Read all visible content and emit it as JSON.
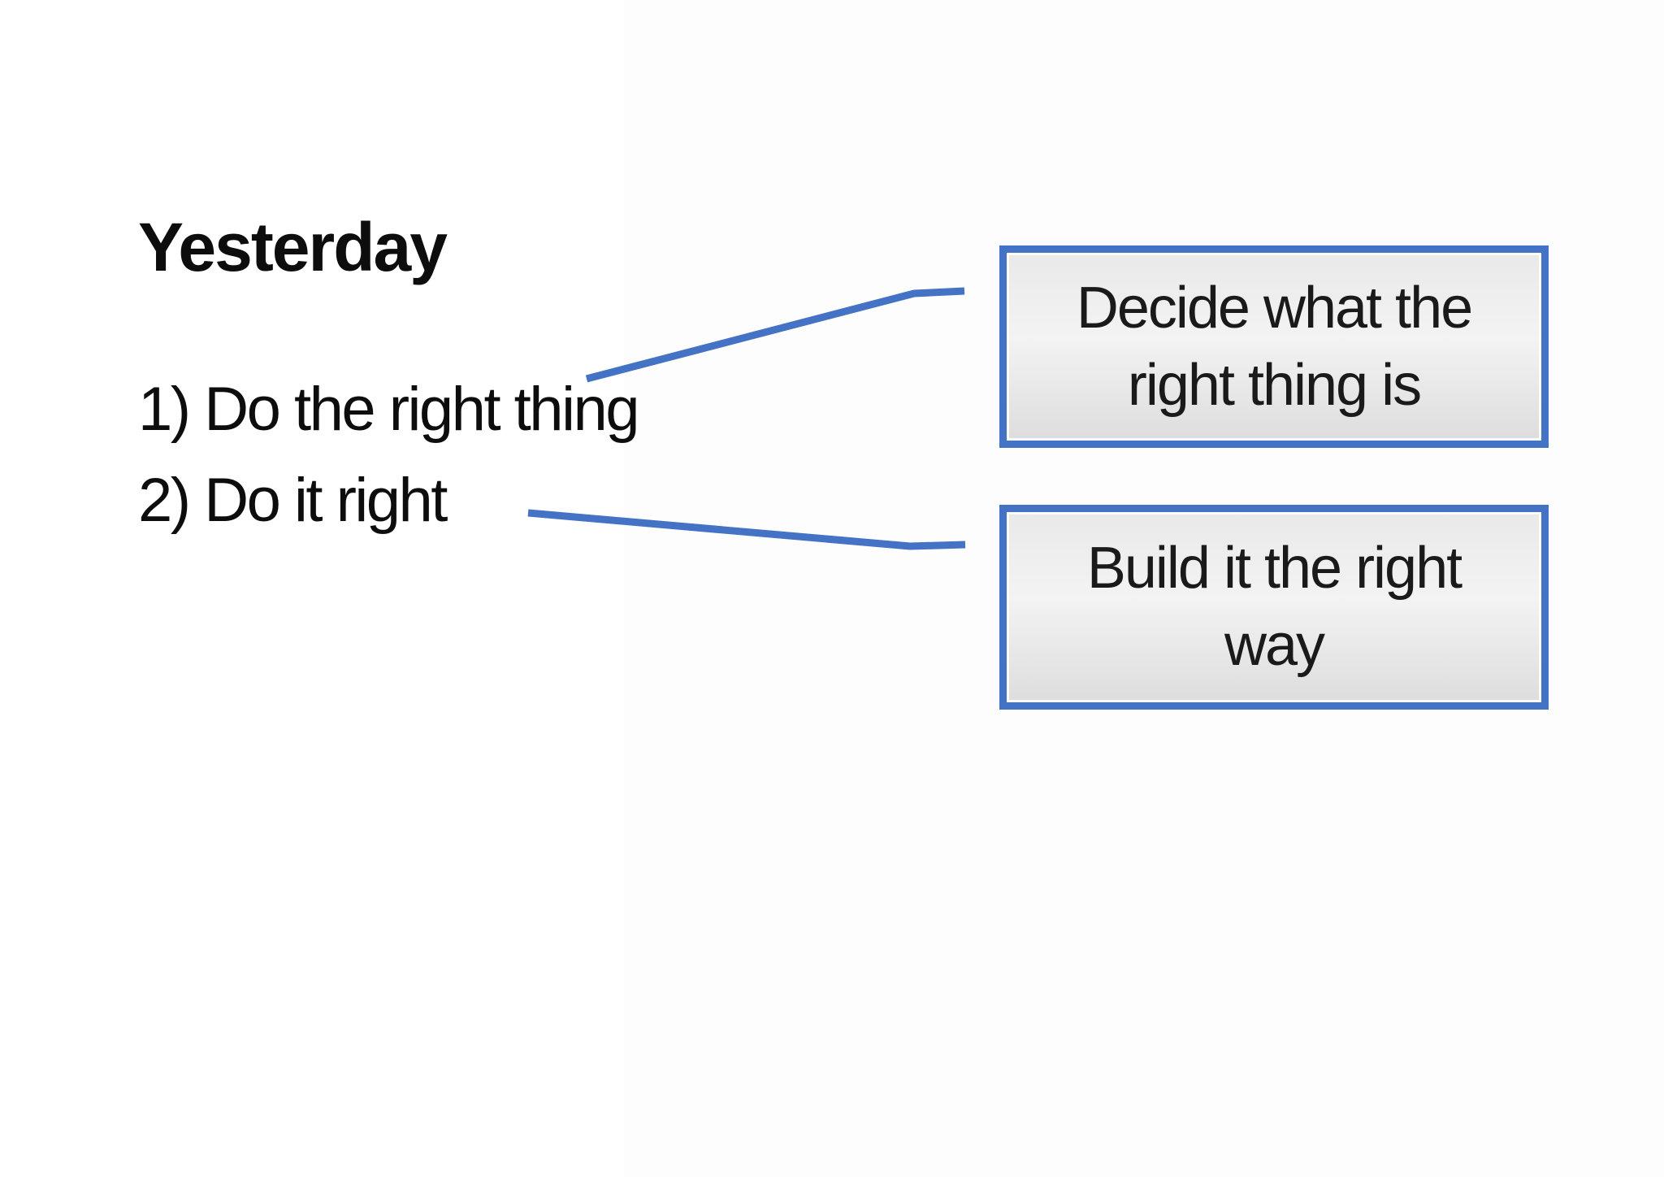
{
  "slide": {
    "title": "Yesterday",
    "list_items": [
      {
        "label": "1) Do the right thing"
      },
      {
        "label": "2) Do it right"
      }
    ],
    "callouts": [
      {
        "name": "decide-box",
        "lines": [
          "Decide what the",
          "right thing is"
        ]
      },
      {
        "name": "build-box",
        "lines": [
          "Build it the right",
          "way"
        ]
      }
    ],
    "connectors": [
      {
        "name": "connector-to-decide-box",
        "from": "1) Do the right thing",
        "to": "Decide what the right thing is"
      },
      {
        "name": "connector-to-build-box",
        "from": "2) Do it right",
        "to": "Build it the right way"
      }
    ],
    "colors": {
      "accent_blue": "#4472C4",
      "box_fill_top": "#e9e9ea",
      "box_fill_bottom": "#dddddd",
      "text": "#0d0d0d",
      "background": "#ffffff"
    }
  }
}
